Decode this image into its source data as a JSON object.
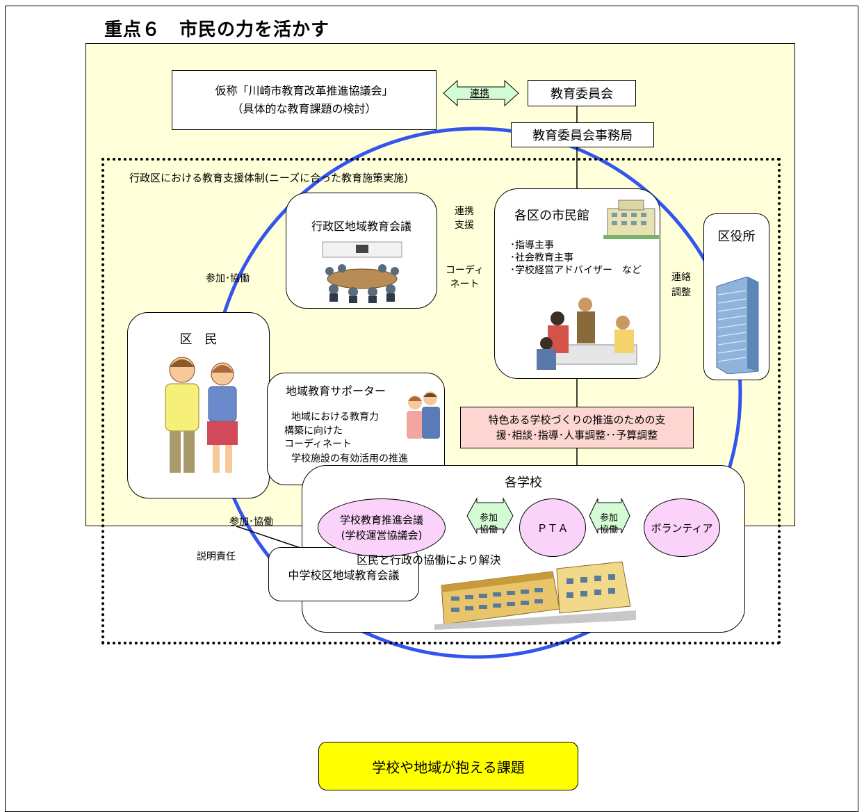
{
  "title": "重点６　市民の力を活かす",
  "council_box": {
    "line1": "仮称「川崎市教育改革推進協議会」",
    "line2": "（具体的な教育課題の検討）"
  },
  "link_arrow_label": "連携",
  "board": "教育委員会",
  "board_office": "教育委員会事務局",
  "region_label": "行政区における教育支援体制(ニーズに合った教育施策実施)",
  "ward_council": "行政区地域教育会議",
  "link_support_label": "連携\n支援",
  "coordinate_label": "コーディ\nネート",
  "participation_label_1": "参加･協働",
  "civic_hall": {
    "title": "各区の市民館",
    "staff": "･指導主事\n･社会教育主事\n･学校経営アドバイザー　など"
  },
  "liaison_label": "連絡\n調整",
  "ward_office": "区役所",
  "residents": "区　民",
  "supporter": {
    "title": "地域教育サポーター",
    "line1": "地域における教育力",
    "line2": "構築に向けた",
    "line3": "コーディネート",
    "line4": "学校施設の有効活用の推進"
  },
  "support_box": "特色ある学校づくりの推進のための支\n援･相談･指導･人事調整･･予算調整",
  "schools": {
    "title": "各学校",
    "promotion_council": "学校教育推進会議\n(学校運営協議会)",
    "pta": "ＰＴＡ",
    "volunteer": "ボランティア",
    "arrow1": "参加\n協働",
    "arrow2": "参加\n協働"
  },
  "participation_label_2": "参加･協働",
  "accountability_label": "説明責任",
  "jhs_council": "中学校区地域教育会議",
  "resolution_label": "区民と行政の協働により解決",
  "issues_box": "学校や地域が抱える課題",
  "colors": {
    "panel": "#ffffd9",
    "circle_line": "#3355ee",
    "support_box": "#fdd6d2",
    "oval": "#fad2fa",
    "arrow": "#d4fcd4",
    "issues_box": "#ffff00"
  }
}
